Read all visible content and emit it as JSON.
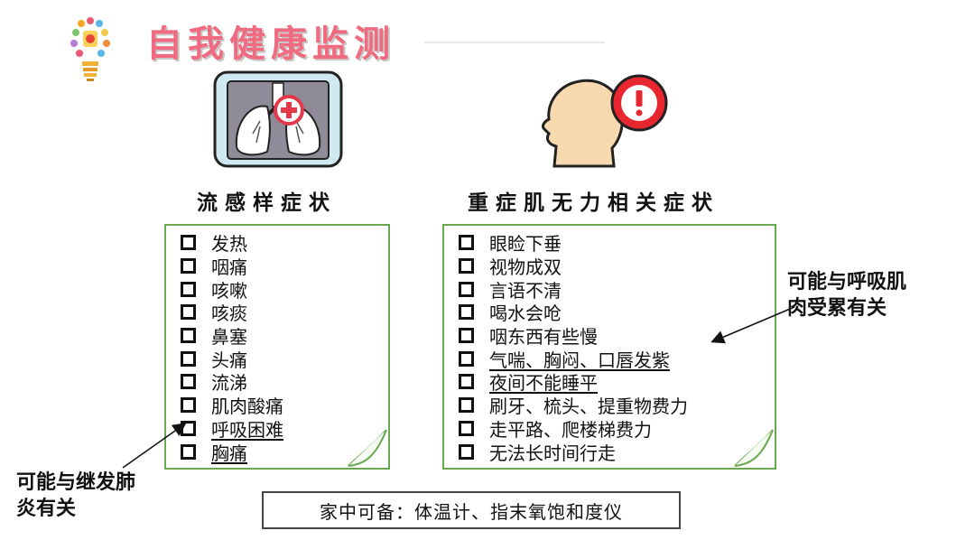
{
  "page": {
    "title": "自我健康监测"
  },
  "flu_section": {
    "heading": "流感样症状",
    "items": [
      "发热",
      "咽痛",
      "咳嗽",
      "咳痰",
      "鼻塞",
      "头痛",
      "流涕",
      "肌肉酸痛",
      "呼吸困难",
      "胸痛"
    ],
    "note_line1": "可能与继发肺",
    "note_line2": "炎有关"
  },
  "mg_section": {
    "heading": "重症肌无力相关症状",
    "items": [
      "眼睑下垂",
      "视物成双",
      "言语不清",
      "喝水会呛",
      "咽东西有些慢",
      "气喘、胸闷、口唇发紫",
      "夜间不能睡平",
      "刷牙、梳头、提重物费力",
      "走平路、爬楼梯费力",
      "无法长时间行走"
    ],
    "note_line1": "可能与呼吸肌",
    "note_line2": "肉受累有关"
  },
  "equipment_note": "家中可备：体温计、指末氧饱和度仪",
  "colors": {
    "title": "#f06b80",
    "box_border": "#6aa84f",
    "warning_red": "#e8262f"
  },
  "icons": [
    "lightbulb-logo-icon",
    "lungs-icon",
    "head-warning-icon"
  ]
}
